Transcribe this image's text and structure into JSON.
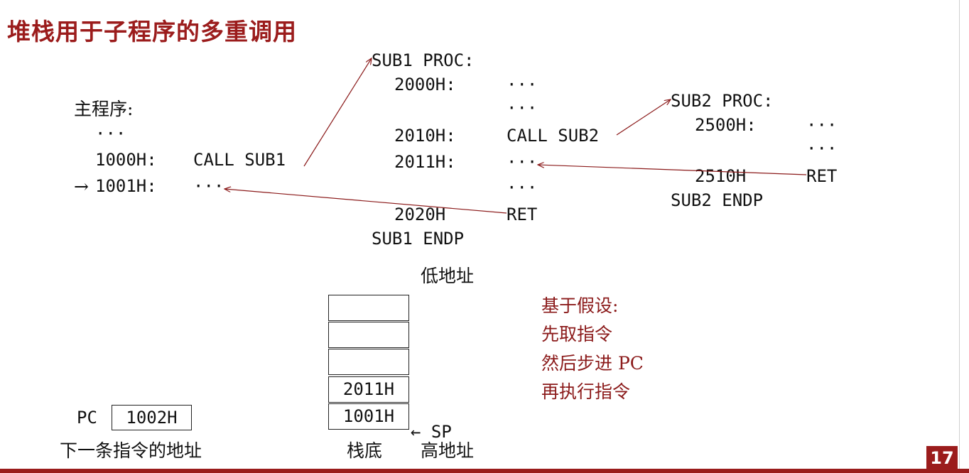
{
  "title": "堆栈用于子程序的多重调用",
  "main_program": {
    "label": "主程序:",
    "dots_top": "···",
    "line1_addr": "1000H:",
    "line1_instr": "CALL SUB1",
    "line2_arrow": "→",
    "line2_addr": "1001H:",
    "line2_instr": "···"
  },
  "sub1": {
    "header": "SUB1 PROC:",
    "l1_addr": "2000H:",
    "l1_instr": "···",
    "l2_instr": "···",
    "l3_addr": "2010H:",
    "l3_instr": "CALL SUB2",
    "l4_addr": "2011H:",
    "l4_instr": "···",
    "l5_instr": "···",
    "l6_addr": "2020H",
    "l6_instr": "RET",
    "footer": "SUB1 ENDP"
  },
  "sub2": {
    "header": "SUB2 PROC:",
    "l1_addr": "2500H:",
    "l1_instr": "···",
    "l2_instr": "···",
    "l3_addr": "2510H",
    "l3_instr": "RET",
    "footer": "SUB2 ENDP"
  },
  "stack": {
    "low_label": "低地址",
    "cells": [
      "",
      "",
      "",
      "2011H",
      "1001H"
    ],
    "sp_label": "← SP",
    "bottom_label": "栈底",
    "high_label": "高地址"
  },
  "pc": {
    "label": "PC",
    "value": "1002H",
    "caption": "下一条指令的地址"
  },
  "assumptions": {
    "heading": "基于假设:",
    "lines": [
      "先取指令",
      "然后步进 PC",
      "再执行指令"
    ]
  },
  "page_number": "17",
  "colors": {
    "accent": "#9b1c1c",
    "note": "#8b1a1a"
  }
}
